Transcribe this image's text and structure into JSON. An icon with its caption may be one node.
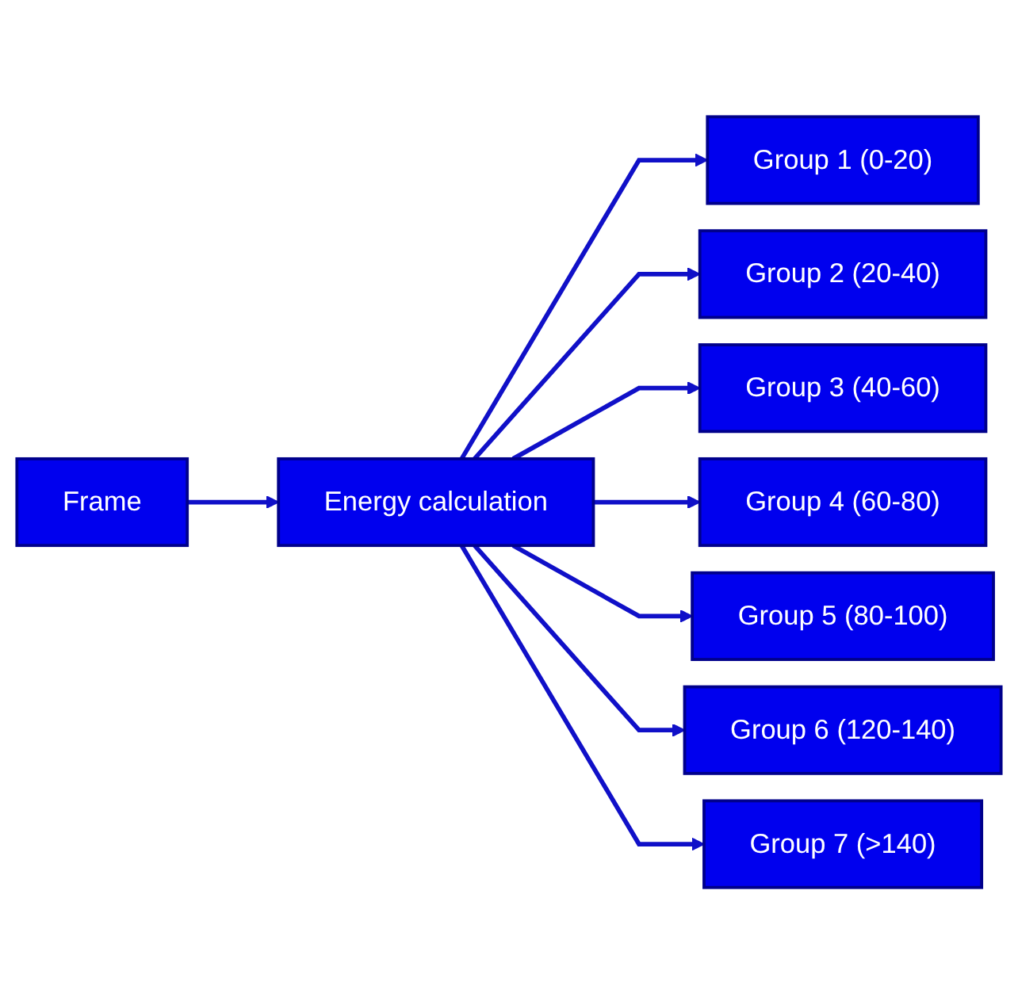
{
  "diagram": {
    "nodes": [
      {
        "text": [
          "Frame"
        ]
      },
      {
        "text": [
          "Energy calculation"
        ]
      },
      {
        "text": [
          "Group 1 (0-20)"
        ]
      },
      {
        "text": [
          "Group 2 (20-40)"
        ]
      },
      {
        "text": [
          "Group 3 (40-60)"
        ]
      },
      {
        "text": [
          "Group 4 (60-80)"
        ]
      },
      {
        "text": [
          "Group 5 (80-100)"
        ]
      },
      {
        "text": [
          "Group 6 (120-140)"
        ]
      },
      {
        "text": [
          "Group 7 (>140)"
        ]
      }
    ],
    "edges": [
      {
        "from": 0,
        "to": 1,
        "arrow": "to"
      },
      {
        "from": 1,
        "to": 2,
        "arrow": "to"
      },
      {
        "from": 1,
        "to": 3,
        "arrow": "to"
      },
      {
        "from": 1,
        "to": 4,
        "arrow": "to"
      },
      {
        "from": 1,
        "to": 5,
        "arrow": "to"
      },
      {
        "from": 1,
        "to": 6,
        "arrow": "to"
      },
      {
        "from": 1,
        "to": 7,
        "arrow": "to"
      },
      {
        "from": 1,
        "to": 8,
        "arrow": "to"
      }
    ]
  }
}
